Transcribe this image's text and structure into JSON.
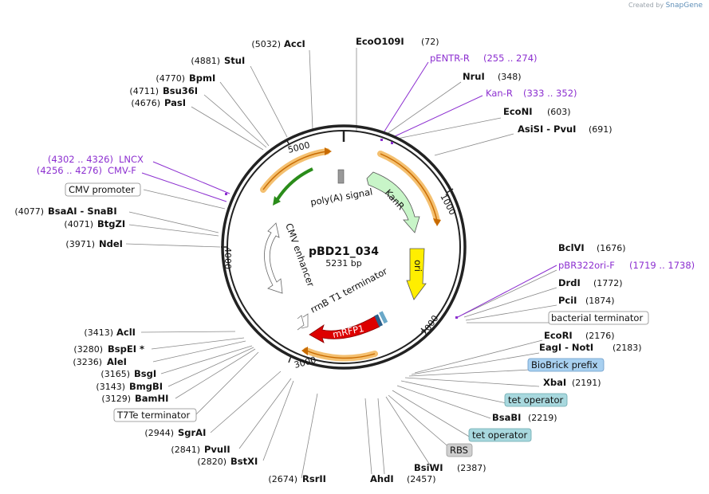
{
  "branding": {
    "created_by": "Created by",
    "app": "SnapGene"
  },
  "plasmid": {
    "name": "pBD21_034",
    "size": "5231 bp"
  },
  "ticks": [
    "1000",
    "2000",
    "3000",
    "4000",
    "5000"
  ],
  "features": {
    "kanr": "KanR",
    "ori": "ori",
    "mrfp1": "mRFP1",
    "polya": "poly(A) signal",
    "cmv_enhancer": "CMV enhancer",
    "rrnb": "rrnB T1 terminator"
  },
  "sites_right": [
    {
      "name": "EcoO109I",
      "pos": "(72)"
    },
    {
      "name": "NruI",
      "pos": "(348)"
    },
    {
      "name": "EcoNI",
      "pos": "(603)"
    },
    {
      "name": "AsiSI  - PvuI",
      "pos": "(691)"
    },
    {
      "name": "BclVI",
      "pos": "(1676)"
    },
    {
      "name": "DrdI",
      "pos": "(1772)"
    },
    {
      "name": "PciI",
      "pos": "(1874)"
    },
    {
      "name": "EcoRI",
      "pos": "(2176)"
    },
    {
      "name": "EagI  - NotI",
      "pos": "(2183)"
    },
    {
      "name": "XbaI",
      "pos": "(2191)"
    },
    {
      "name": "BsaBI",
      "pos": "(2219)"
    },
    {
      "name": "BsiWI",
      "pos": "(2387)"
    }
  ],
  "sites_left": [
    {
      "name": "AccI",
      "pos": "(5032)"
    },
    {
      "name": "StuI",
      "pos": "(4881)"
    },
    {
      "name": "BpmI",
      "pos": "(4770)"
    },
    {
      "name": "Bsu36I",
      "pos": "(4711)"
    },
    {
      "name": "PasI",
      "pos": "(4676)"
    },
    {
      "name": "BsaAI  - SnaBI",
      "pos": "(4077)"
    },
    {
      "name": "BtgZI",
      "pos": "(4071)"
    },
    {
      "name": "NdeI",
      "pos": "(3971)"
    },
    {
      "name": "AclI",
      "pos": "(3413)"
    },
    {
      "name": "BspEI *",
      "pos": "(3280)"
    },
    {
      "name": "AleI",
      "pos": "(3236)"
    },
    {
      "name": "BsgI",
      "pos": "(3165)"
    },
    {
      "name": "BmgBI",
      "pos": "(3143)"
    },
    {
      "name": "BamHI",
      "pos": "(3129)"
    },
    {
      "name": "SgrAI",
      "pos": "(2944)"
    },
    {
      "name": "PvuII",
      "pos": "(2841)"
    },
    {
      "name": "BstXI",
      "pos": "(2820)"
    },
    {
      "name": "RsrII",
      "pos": "(2674)"
    },
    {
      "name": "AhdI",
      "pos": "(2457)"
    }
  ],
  "primers": [
    {
      "name": "pENTR-R",
      "range": "(255 .. 274)"
    },
    {
      "name": "Kan-R",
      "range": "(333 .. 352)"
    },
    {
      "name": "pBR322ori-F",
      "range": "(1719 .. 1738)"
    },
    {
      "name": "LNCX",
      "range": "(4302 .. 4326)"
    },
    {
      "name": "CMV-F",
      "range": "(4256 .. 4276)"
    }
  ],
  "boxed_labels": {
    "bacterial_terminator": "bacterial terminator",
    "biobrick_prefix": "BioBrick prefix",
    "tet_operator_1": "tet operator",
    "tet_operator_2": "tet operator",
    "rbs": "RBS",
    "cmv_promoter": "CMV promoter",
    "t7te_terminator": "T7Te terminator"
  },
  "colors": {
    "backbone": "#222222",
    "primer": "#8c2fd0",
    "kanr": "#c8f5c8",
    "ori": "#ffee00",
    "mrfp1": "#dd0000",
    "orange_ring": "#f4a830",
    "green_arrow": "#2a8c1a",
    "biobrick_box": "#a8d0f0",
    "tet_box": "#a8d8de",
    "rbs_box": "#cfcfcf"
  }
}
